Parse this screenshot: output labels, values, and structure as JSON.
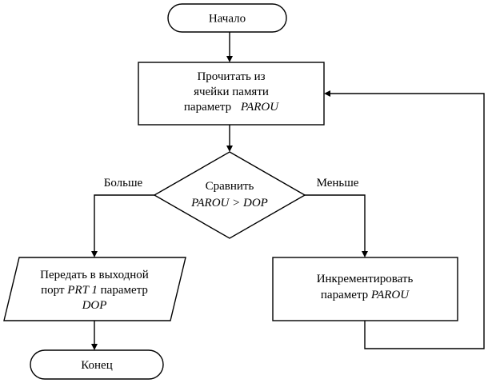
{
  "diagram": {
    "start": {
      "label": "Начало"
    },
    "read": {
      "line1": "Прочитать из",
      "line2": "ячейки памяти",
      "line3_text": "параметр",
      "line3_var": "PAROU"
    },
    "compare": {
      "line1": "Сравнить",
      "line2": "PAROU > DOP"
    },
    "branch_greater": "Больше",
    "branch_less": "Меньше",
    "output": {
      "line1": "Передать в выходной",
      "line2_text1": "порт",
      "line2_var": "PRT 1",
      "line2_text2": "параметр",
      "line3": "DOP"
    },
    "increment": {
      "line1": "Инкрементировать",
      "line2_text": "параметр",
      "line2_var": "PAROU"
    },
    "end": {
      "label": "Конец"
    }
  }
}
